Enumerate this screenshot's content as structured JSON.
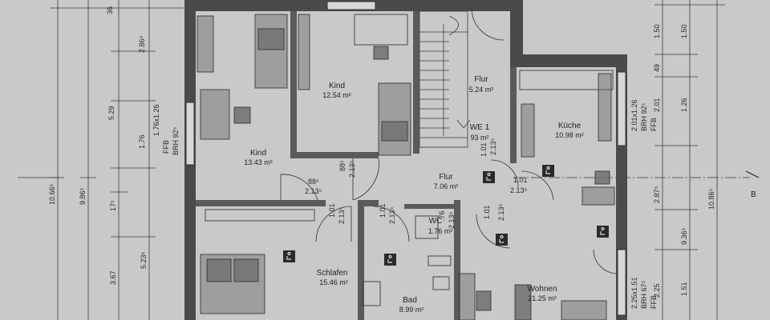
{
  "rooms": {
    "kind1": {
      "name": "Kind",
      "area": "12.54 m²"
    },
    "kind2": {
      "name": "Kind",
      "area": "13.43 m²"
    },
    "flur_top": {
      "name": "Flur",
      "area": "5.24 m²"
    },
    "kueche": {
      "name": "Küche",
      "area": "10.98 m²"
    },
    "flur_mid": {
      "name": "Flur",
      "area": "7.06 m²"
    },
    "we": {
      "name": "WE 1",
      "area": "93 m²"
    },
    "schlafen": {
      "name": "Schlafen",
      "area": "15.46 m²"
    },
    "bad": {
      "name": "Bad",
      "area": "8.99 m²"
    },
    "wc": {
      "name": "WC",
      "area": "1.76 m²"
    },
    "wohnen": {
      "name": "Wohnen",
      "area": "21.25 m²"
    }
  },
  "doors": {
    "d1_w": "88⁵",
    "d1_h": "2.13⁵",
    "d2_w": "88⁵",
    "d2_h": "2.13⁵",
    "d3_w": "1.01",
    "d3_h": "2.13⁵",
    "d4_w": "1.01",
    "d4_h": "2.13⁵",
    "d5_w": "1.01",
    "d5_h": "2.13⁵",
    "d6_w": "1.01",
    "d6_h": "2.13⁵",
    "d7_w": "1.01",
    "d7_h": "2.13⁵",
    "d8_w": ".76",
    "d8_h": "2.13⁵"
  },
  "dims_left": {
    "d_36": "36",
    "d_286": "2.86⁹",
    "d_529": "5.29",
    "d_176": "1.76",
    "d_1066": "10.66⁵",
    "d_986": "9.86⁵",
    "d_175": "17⁵",
    "d_367": "3.67",
    "d_5236": "5.23⁶",
    "d_win": "1.76x1.26",
    "d_ffb": "FFB",
    "d_brh": "BRH 92⁵"
  },
  "dims_right": {
    "d_150a": "1.50",
    "d_150b": "1.50",
    "d_49": "49",
    "d_126": "1.26",
    "d_201": "2.01",
    "d_win1": "2.01x1.26",
    "d_brh1": "BRH 92⁵",
    "d_ffb1": "FFB",
    "d_287": "2.87⁵",
    "d_936": "9.36⁵",
    "d_1086": "10.86⁵",
    "d_151": "1.51",
    "d_win2": "2.25x1.51",
    "d_brh2": "BRH 67⁵",
    "d_ffb2": "FFB",
    "d_225": "2.25"
  },
  "section_marker": "B",
  "colors": {
    "paper": "#c9c9c7",
    "wall": "#4a4a4a",
    "line": "#333333",
    "furniture": "#5e5e5e"
  }
}
